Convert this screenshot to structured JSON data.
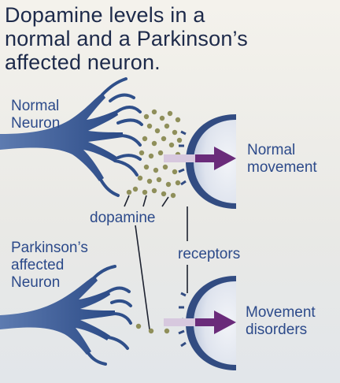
{
  "title_lines": [
    "Dopamine levels in a",
    "normal and a Parkinson’s",
    "affected neuron."
  ],
  "labels": {
    "normal_neuron": [
      "Normal",
      "Neuron"
    ],
    "normal_movement": [
      "Normal",
      "movement"
    ],
    "dopamine": "dopamine",
    "receptors": "receptors",
    "parkinsons_neuron": [
      "Parkinson’s",
      "affected",
      "Neuron"
    ],
    "movement_disorders": [
      "Movement",
      "disorders"
    ]
  },
  "colors": {
    "neuron_blue": "#2f4f8a",
    "receptor_blue": "#344f86",
    "dopamine_dot": "#8f8f5a",
    "arrow_purple": "#6a2b7a",
    "label_blue": "#2c4a8a",
    "title_navy": "#1d2a4a"
  },
  "icons": {
    "normal_arrow": "right-arrow-icon",
    "disorder_arrow": "right-arrow-icon"
  }
}
